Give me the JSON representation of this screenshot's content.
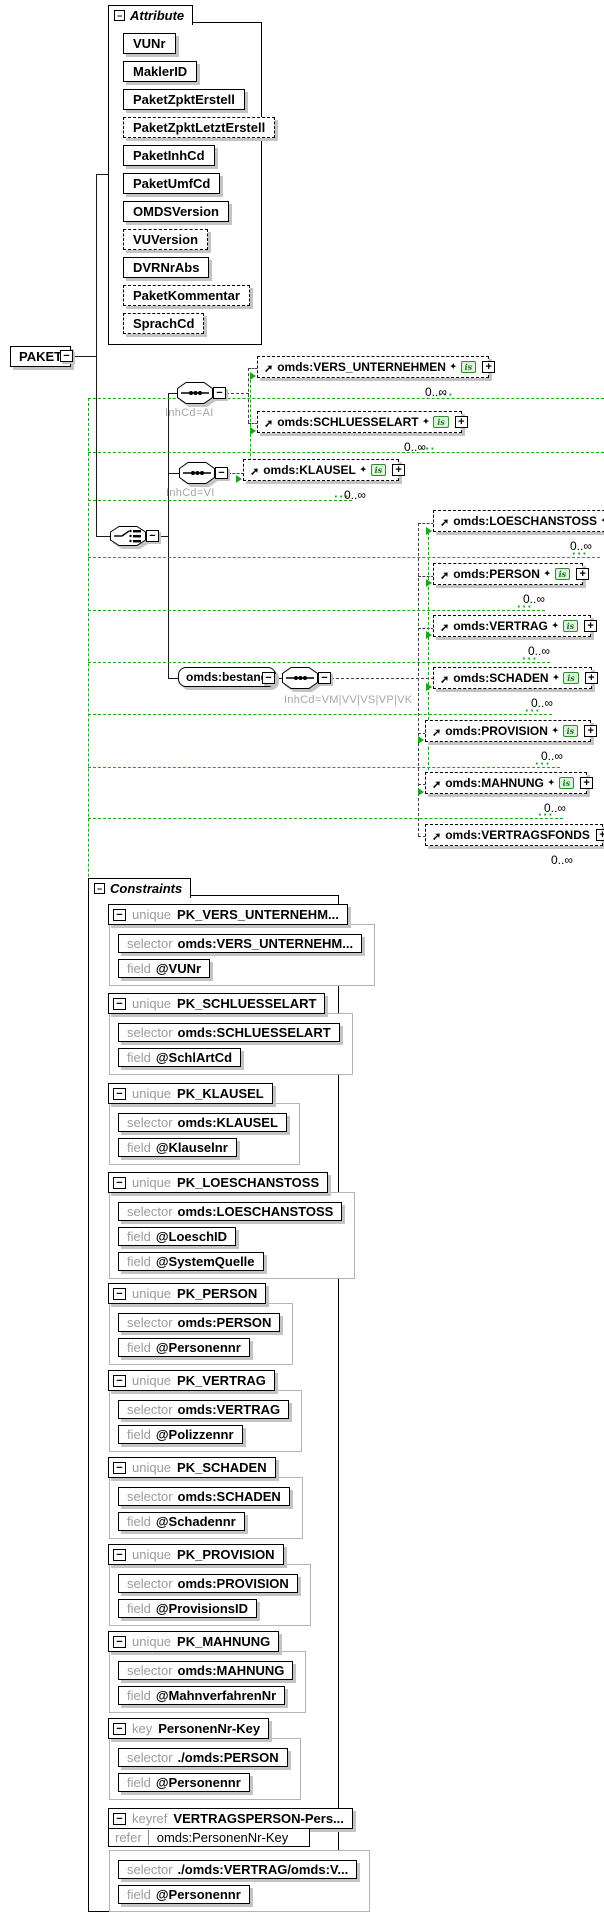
{
  "diagram": {
    "root_element": "PAKET",
    "badge_text": "is",
    "attribute_panel": {
      "title": "Attribute",
      "items": [
        {
          "name": "VUNr",
          "use": "required"
        },
        {
          "name": "MaklerID",
          "use": "required"
        },
        {
          "name": "PaketZpktErstell",
          "use": "required"
        },
        {
          "name": "PaketZpktLetztErstell",
          "use": "optional"
        },
        {
          "name": "PaketInhCd",
          "use": "required"
        },
        {
          "name": "PaketUmfCd",
          "use": "required"
        },
        {
          "name": "OMDSVersion",
          "use": "required"
        },
        {
          "name": "VUVersion",
          "use": "optional"
        },
        {
          "name": "DVRNrAbs",
          "use": "required"
        },
        {
          "name": "PaketKommentar",
          "use": "optional"
        },
        {
          "name": "SprachCd",
          "use": "optional"
        }
      ]
    },
    "branches": [
      {
        "compositor": "sequence",
        "condition": "InhCd=AI",
        "children": [
          {
            "name": "omds:VERS_UNTERNEHMEN",
            "occurs": "0..∞",
            "badge": true
          },
          {
            "name": "omds:SCHLUESSELART",
            "occurs": "0..∞",
            "badge": true
          }
        ]
      },
      {
        "compositor": "sequence",
        "condition": "InhCd=VI",
        "children": [
          {
            "name": "omds:KLAUSEL",
            "occurs": "0..∞",
            "badge": true
          }
        ]
      },
      {
        "element": "omds:bestand",
        "compositor": "sequence",
        "condition": "InhCd=VM|VV|VS|VP|VK",
        "children": [
          {
            "name": "omds:LOESCHANSTOSS",
            "occurs": "0..∞",
            "badge": true
          },
          {
            "name": "omds:PERSON",
            "occurs": "0..∞",
            "badge": true
          },
          {
            "name": "omds:VERTRAG",
            "occurs": "0..∞",
            "badge": true
          },
          {
            "name": "omds:SCHADEN",
            "occurs": "0..∞",
            "badge": true
          },
          {
            "name": "omds:PROVISION",
            "occurs": "0..∞",
            "badge": true
          },
          {
            "name": "omds:MAHNUNG",
            "occurs": "0..∞",
            "badge": true
          },
          {
            "name": "omds:VERTRAGSFONDS",
            "occurs": "0..∞",
            "badge": false
          }
        ]
      }
    ],
    "constraints_panel": {
      "title": "Constraints",
      "labels": {
        "selector": "selector",
        "field": "field",
        "refer": "refer"
      },
      "items": [
        {
          "kind": "unique",
          "name": "PK_VERS_UNTERNEHM...",
          "selector": "omds:VERS_UNTERNEHM...",
          "fields": [
            "@VUNr"
          ]
        },
        {
          "kind": "unique",
          "name": "PK_SCHLUESSELART",
          "selector": "omds:SCHLUESSELART",
          "fields": [
            "@SchlArtCd"
          ]
        },
        {
          "kind": "unique",
          "name": "PK_KLAUSEL",
          "selector": "omds:KLAUSEL",
          "fields": [
            "@Klauselnr"
          ]
        },
        {
          "kind": "unique",
          "name": "PK_LOESCHANSTOSS",
          "selector": "omds:LOESCHANSTOSS",
          "fields": [
            "@LoeschID",
            "@SystemQuelle"
          ]
        },
        {
          "kind": "unique",
          "name": "PK_PERSON",
          "selector": "omds:PERSON",
          "fields": [
            "@Personennr"
          ]
        },
        {
          "kind": "unique",
          "name": "PK_VERTRAG",
          "selector": "omds:VERTRAG",
          "fields": [
            "@Polizzennr"
          ]
        },
        {
          "kind": "unique",
          "name": "PK_SCHADEN",
          "selector": "omds:SCHADEN",
          "fields": [
            "@Schadennr"
          ]
        },
        {
          "kind": "unique",
          "name": "PK_PROVISION",
          "selector": "omds:PROVISION",
          "fields": [
            "@ProvisionsID"
          ]
        },
        {
          "kind": "unique",
          "name": "PK_MAHNUNG",
          "selector": "omds:MAHNUNG",
          "fields": [
            "@MahnverfahrenNr"
          ]
        },
        {
          "kind": "key",
          "name": "PersonenNr-Key",
          "selector": "./omds:PERSON",
          "fields": [
            "@Personennr"
          ]
        },
        {
          "kind": "keyref",
          "name": "VERTRAGSPERSON-Pers...",
          "refer": "omds:PersonenNr-Key",
          "selector": "./omds:VERTRAG/omds:V...",
          "fields": [
            "@Personennr"
          ]
        }
      ]
    }
  }
}
